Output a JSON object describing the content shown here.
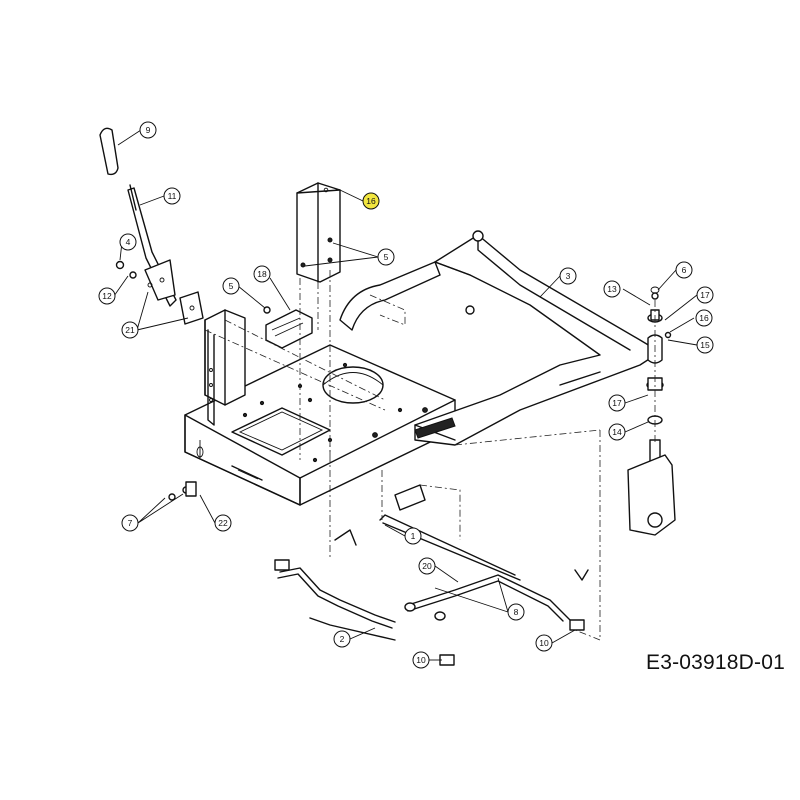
{
  "drawing": {
    "code": "E3-03918D-01",
    "highlight_color": "#f2e640",
    "line_color": "#111111",
    "background": "#ffffff"
  },
  "callouts": [
    {
      "id": "c9a",
      "label": "9"
    },
    {
      "id": "c11",
      "label": "11"
    },
    {
      "id": "c16a",
      "label": "16",
      "highlighted": true
    },
    {
      "id": "c4",
      "label": "4"
    },
    {
      "id": "c5a",
      "label": "5"
    },
    {
      "id": "c3",
      "label": "3"
    },
    {
      "id": "c6",
      "label": "6"
    },
    {
      "id": "c13",
      "label": "13"
    },
    {
      "id": "c17a",
      "label": "17"
    },
    {
      "id": "c16b",
      "label": "16"
    },
    {
      "id": "c15",
      "label": "15"
    },
    {
      "id": "c12",
      "label": "12"
    },
    {
      "id": "c5b",
      "label": "5"
    },
    {
      "id": "c18",
      "label": "18"
    },
    {
      "id": "c21",
      "label": "21"
    },
    {
      "id": "c17b",
      "label": "17"
    },
    {
      "id": "c14",
      "label": "14"
    },
    {
      "id": "c7",
      "label": "7"
    },
    {
      "id": "c22",
      "label": "22"
    },
    {
      "id": "c1",
      "label": "1"
    },
    {
      "id": "c20",
      "label": "20"
    },
    {
      "id": "c8",
      "label": "8"
    },
    {
      "id": "c2",
      "label": "2"
    },
    {
      "id": "c10a",
      "label": "10"
    },
    {
      "id": "c10b",
      "label": "10"
    }
  ]
}
